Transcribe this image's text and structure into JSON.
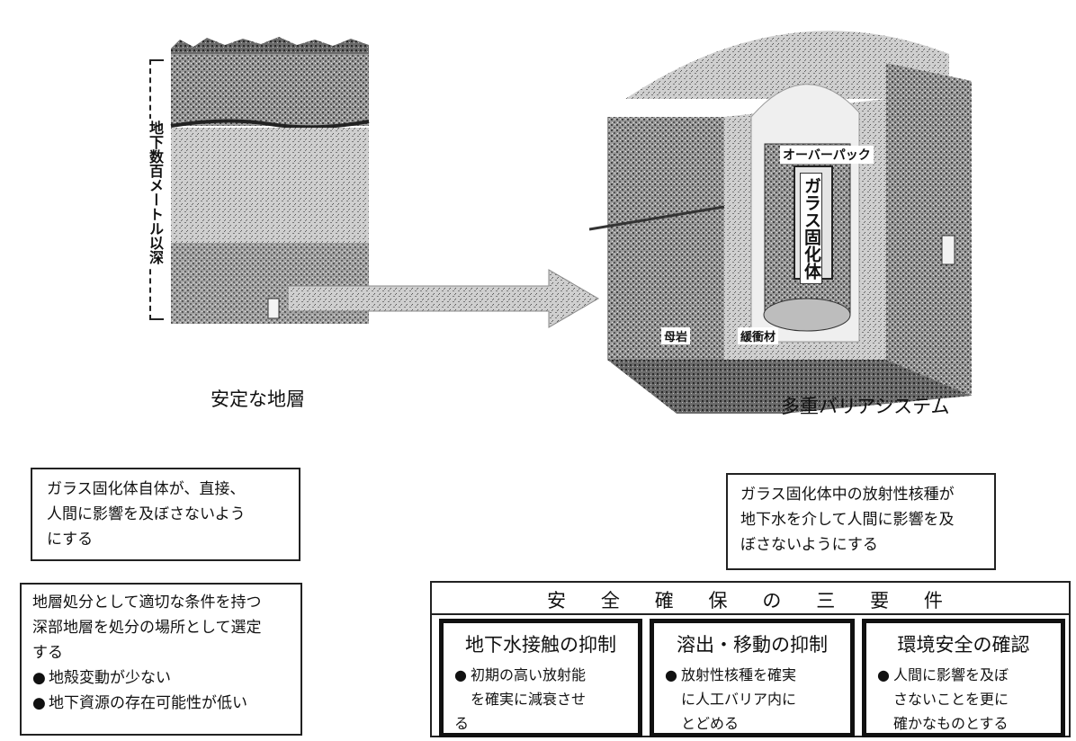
{
  "left_figure": {
    "depth_label": "地下数百メートル以深",
    "caption": "安定な地層"
  },
  "right_figure": {
    "caption": "多重バリアシステム",
    "overpack_label": "オーバーパック",
    "glass_label": "ガラス固化体",
    "host_rock_label": "母岩",
    "buffer_label": "緩衝材"
  },
  "box_glass": {
    "lines": [
      "ガラス固化体自体が、直接、",
      "人間に影響を及ぼさないよう",
      "にする"
    ]
  },
  "box_geology": {
    "lines": [
      "地層処分として適切な条件を持つ",
      "深部地層を処分の場所として選定",
      "する"
    ],
    "bullets": [
      "地殻変動が少ない",
      "地下資源の存在可能性が低い"
    ],
    "bullet_symbol": "●"
  },
  "box_radionuclide": {
    "lines": [
      "ガラス固化体中の放射性核種が",
      "地下水を介して人間に影響を及",
      "ぼさないようにする"
    ]
  },
  "requirements": {
    "header_chars": [
      "安",
      "全",
      "確",
      "保",
      "の",
      "三",
      "要",
      "件"
    ],
    "items": [
      {
        "title": "地下水接触の抑制",
        "bullet": "●",
        "lines": [
          "初期の高い放射能",
          "を確実に減衰させ",
          "る"
        ]
      },
      {
        "title": "溶出・移動の抑制",
        "bullet": "●",
        "lines": [
          "放射性核種を確実",
          "に人工バリア内に",
          "とどめる"
        ]
      },
      {
        "title": "環境安全の確認",
        "bullet": "●",
        "lines": [
          "人間に影響を及ぼ",
          "さないことを更に",
          "確かなものとする"
        ]
      }
    ]
  }
}
